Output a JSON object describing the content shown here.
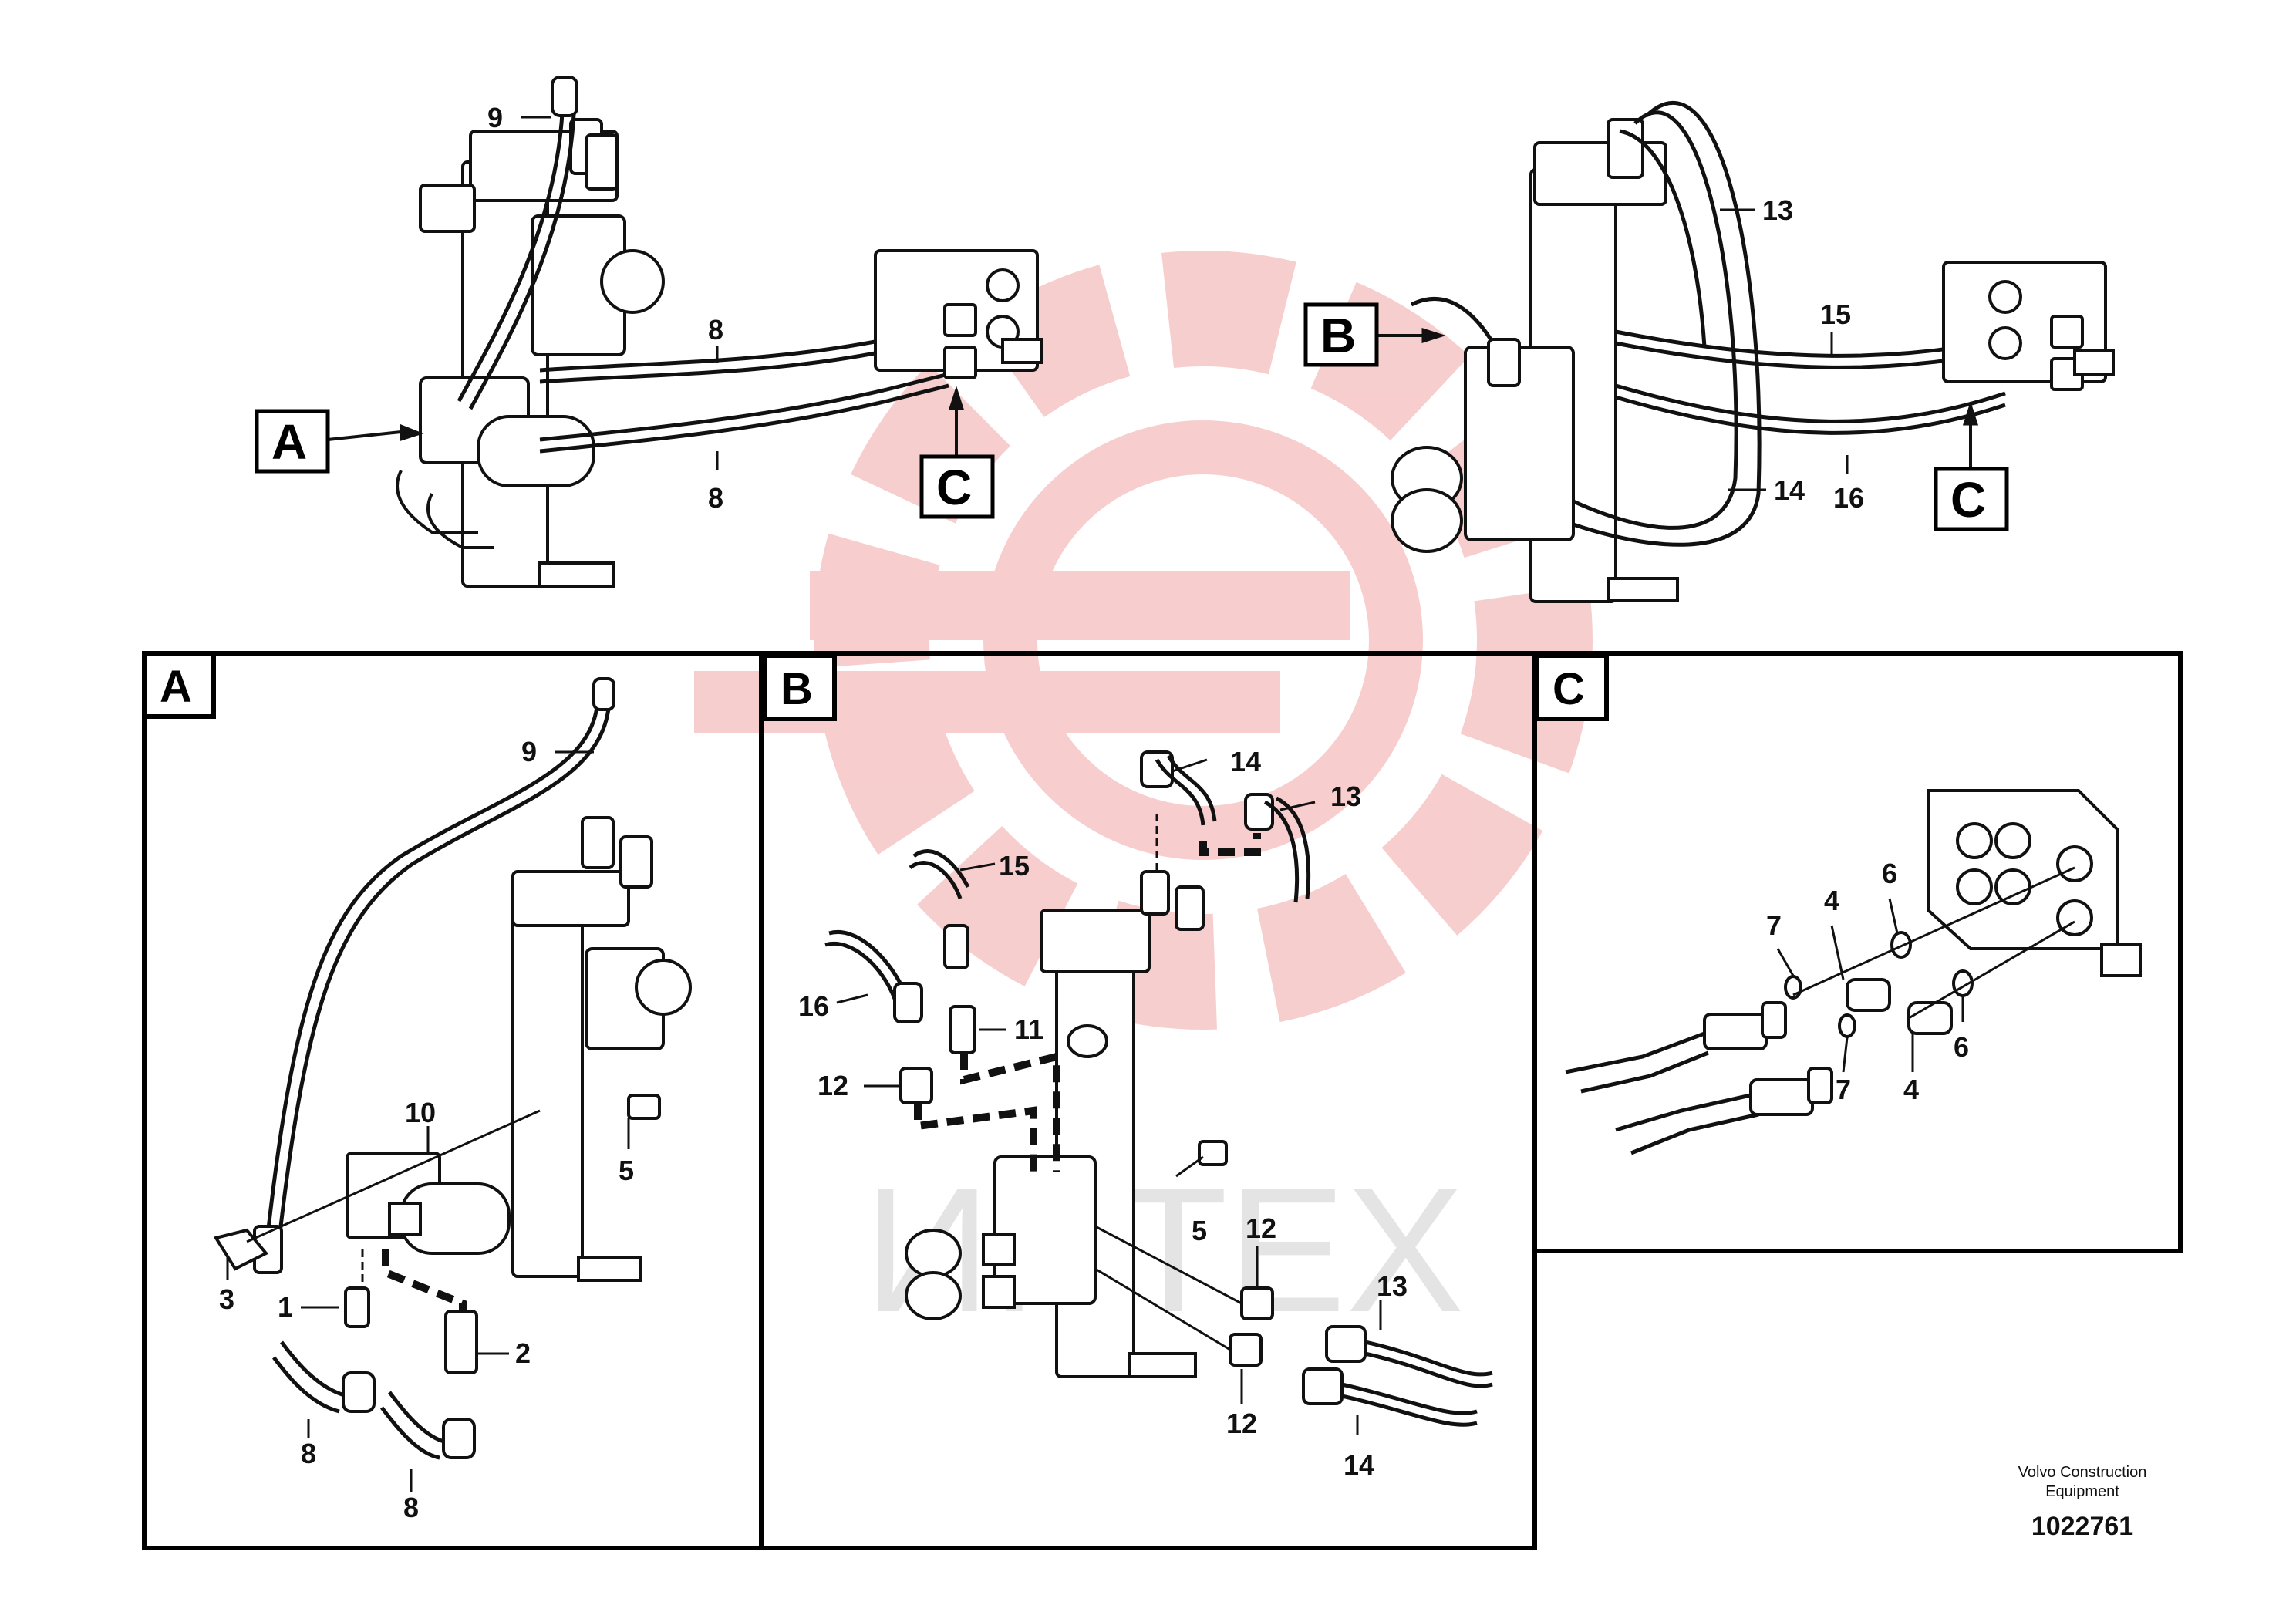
{
  "watermark": {
    "text": "ИНТЕХ",
    "color": "#f0a0a0"
  },
  "callouts": {
    "a": "A",
    "b": "B",
    "c": "C"
  },
  "panels": [
    {
      "letter": "A"
    },
    {
      "letter": "B"
    },
    {
      "letter": "C"
    }
  ],
  "overview_left": {
    "labels": {
      "hose_9": "9",
      "hose_8_upper": "8",
      "hose_8_lower": "8"
    }
  },
  "overview_right": {
    "labels": {
      "hose_13": "13",
      "hose_15": "15",
      "hose_14": "14",
      "hose_16": "16"
    }
  },
  "detail_a": {
    "labels": {
      "l9": "9",
      "l10": "10",
      "l5": "5",
      "l3": "3",
      "l1": "1",
      "l2": "2",
      "l8a": "8",
      "l8b": "8"
    }
  },
  "detail_b": {
    "labels": {
      "l14a": "14",
      "l13a": "13",
      "l15": "15",
      "l16": "16",
      "l11": "11",
      "l12a": "12",
      "l5": "5",
      "l12b": "12",
      "l13b": "13",
      "l12c": "12",
      "l14b": "14"
    }
  },
  "detail_c": {
    "labels": {
      "l7a": "7",
      "l4a": "4",
      "l6a": "6",
      "l7b": "7",
      "l4b": "4",
      "l6b": "6"
    }
  },
  "footer": {
    "company_line1": "Volvo Construction",
    "company_line2": "Equipment",
    "drawing_number": "1022761"
  }
}
